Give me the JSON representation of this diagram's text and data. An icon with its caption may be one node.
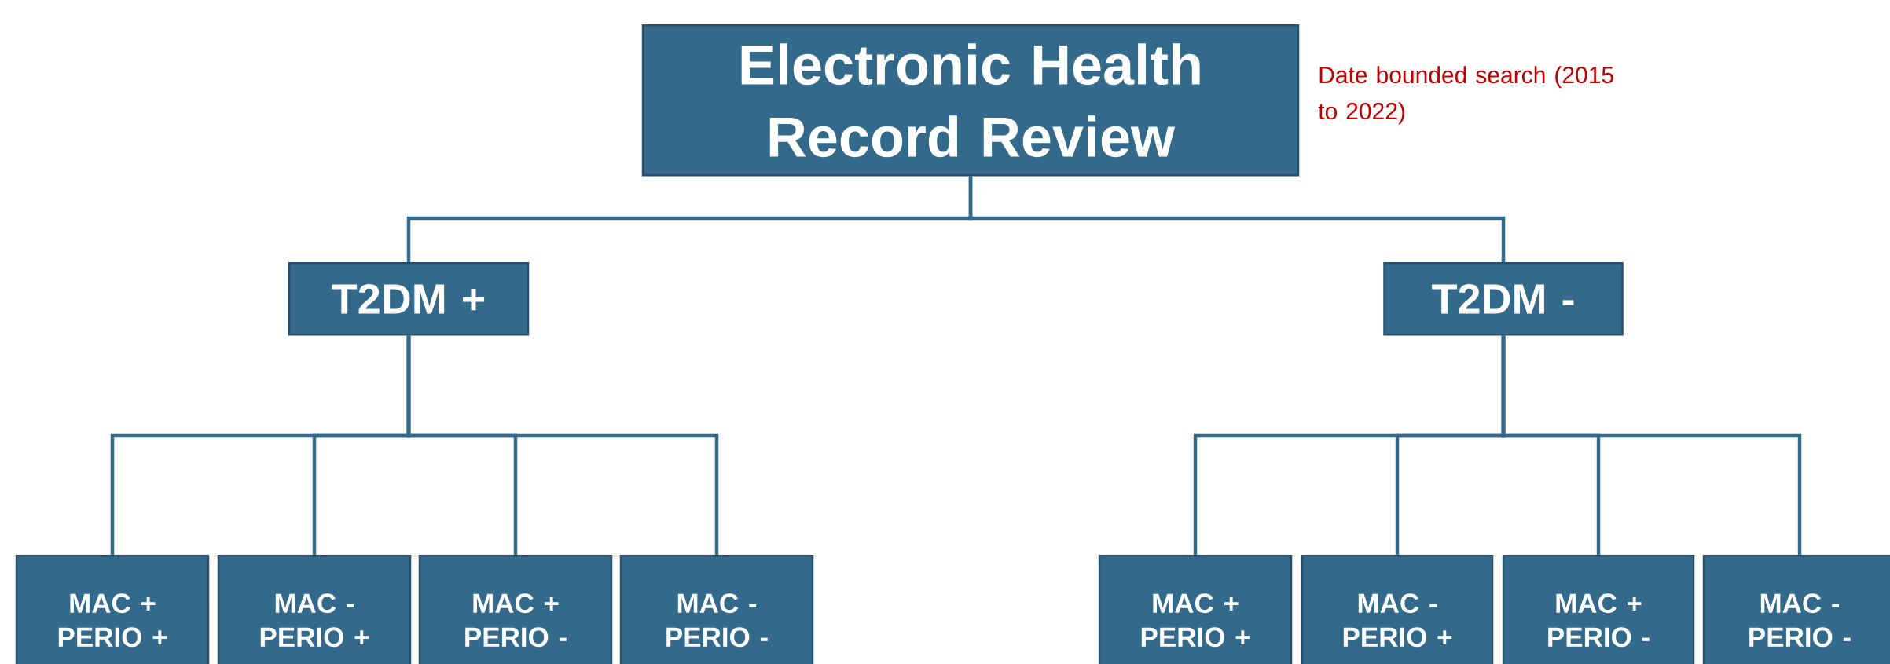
{
  "diagram": {
    "nodes": [
      {
        "text": [
          "Electronic Health Record Review"
        ],
        "beside": [
          "Date bounded search (2015 to 2022)"
        ]
      },
      {
        "text": [
          "T2DM +"
        ]
      },
      {
        "text": [
          "T2DM -"
        ]
      },
      {
        "text": [
          "MAC + PERIO +"
        ]
      },
      {
        "text": [
          "MAC - PERIO +"
        ]
      },
      {
        "text": [
          "MAC + PERIO -"
        ]
      },
      {
        "text": [
          "MAC - PERIO -"
        ]
      },
      {
        "text": [
          "MAC + PERIO +"
        ]
      },
      {
        "text": [
          "MAC - PERIO +"
        ]
      },
      {
        "text": [
          "MAC + PERIO -"
        ]
      },
      {
        "text": [
          "MAC - PERIO -"
        ]
      }
    ],
    "edges": [
      {
        "from": 0,
        "to": 1,
        "arrow": "none"
      },
      {
        "from": 0,
        "to": 2,
        "arrow": "none"
      },
      {
        "from": 1,
        "to": 3,
        "arrow": "none"
      },
      {
        "from": 1,
        "to": 4,
        "arrow": "none"
      },
      {
        "from": 1,
        "to": 5,
        "arrow": "none"
      },
      {
        "from": 1,
        "to": 6,
        "arrow": "none"
      },
      {
        "from": 2,
        "to": 7,
        "arrow": "none"
      },
      {
        "from": 2,
        "to": 8,
        "arrow": "none"
      },
      {
        "from": 2,
        "to": 9,
        "arrow": "none"
      },
      {
        "from": 2,
        "to": 10,
        "arrow": "none"
      }
    ]
  }
}
